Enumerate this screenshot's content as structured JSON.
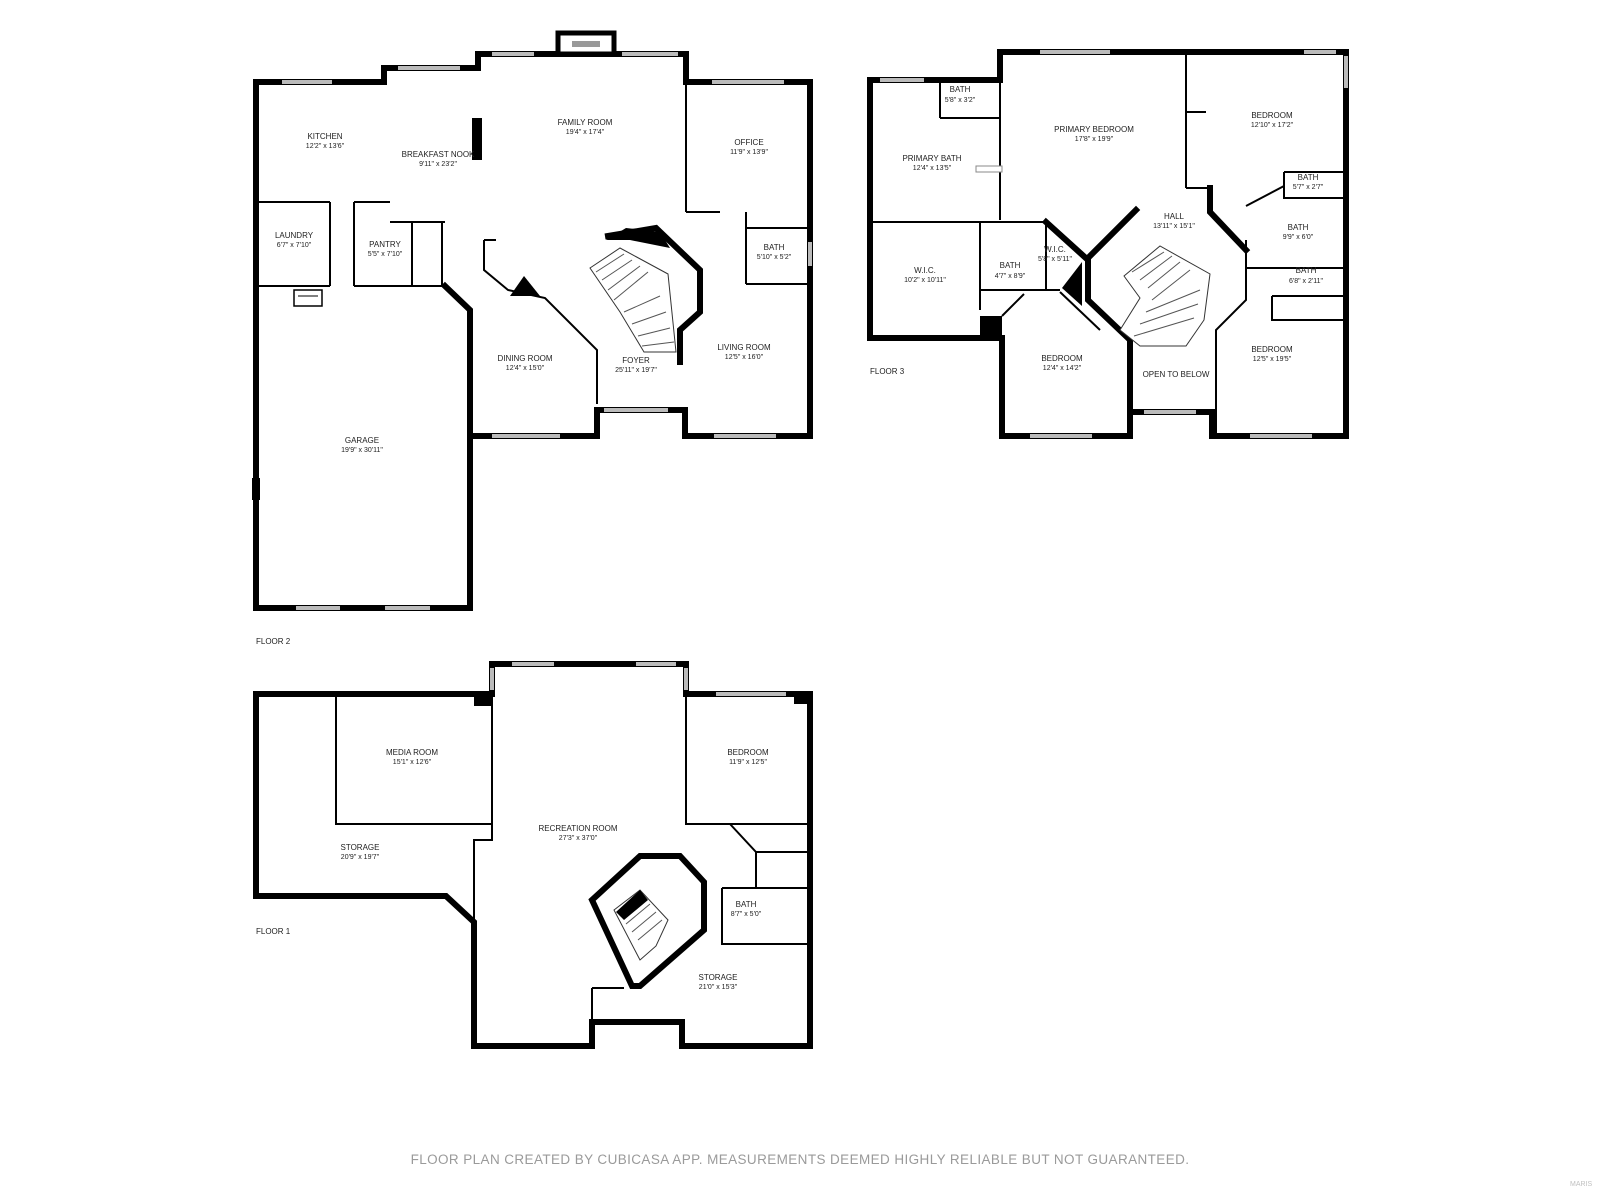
{
  "floors": {
    "floor2": {
      "label": "FLOOR 2",
      "rooms": [
        {
          "name": "KITCHEN",
          "dims": "12'2\" x 13'6\""
        },
        {
          "name": "BREAKFAST NOOK",
          "dims": "9'11\" x 23'2\""
        },
        {
          "name": "FAMILY ROOM",
          "dims": "19'4\" x 17'4\""
        },
        {
          "name": "OFFICE",
          "dims": "11'9\" x 13'9\""
        },
        {
          "name": "LAUNDRY",
          "dims": "6'7\" x 7'10\""
        },
        {
          "name": "PANTRY",
          "dims": "5'5\" x 7'10\""
        },
        {
          "name": "BATH",
          "dims": "5'10\" x 5'2\""
        },
        {
          "name": "DINING ROOM",
          "dims": "12'4\" x 15'0\""
        },
        {
          "name": "FOYER",
          "dims": "25'11\" x 19'7\""
        },
        {
          "name": "LIVING ROOM",
          "dims": "12'5\" x 16'0\""
        },
        {
          "name": "GARAGE",
          "dims": "19'9\" x 30'11\""
        }
      ]
    },
    "floor3": {
      "label": "FLOOR 3",
      "rooms": [
        {
          "name": "BATH",
          "dims": "5'8\" x 3'2\""
        },
        {
          "name": "PRIMARY BEDROOM",
          "dims": "17'8\" x 19'9\""
        },
        {
          "name": "BEDROOM",
          "dims": "12'10\" x 17'2\""
        },
        {
          "name": "PRIMARY BATH",
          "dims": "12'4\" x 13'5\""
        },
        {
          "name": "HALL",
          "dims": "13'11\" x 15'1\""
        },
        {
          "name": "BATH",
          "dims": "5'7\" x 2'7\""
        },
        {
          "name": "BATH",
          "dims": "9'9\" x 6'0\""
        },
        {
          "name": "W.I.C.",
          "dims": "10'2\" x 10'11\""
        },
        {
          "name": "BATH",
          "dims": "4'7\" x 8'9\""
        },
        {
          "name": "W.I.C.",
          "dims": "5'8\" x 5'11\""
        },
        {
          "name": "BATH",
          "dims": "6'8\" x 2'11\""
        },
        {
          "name": "BEDROOM",
          "dims": "12'4\" x 14'2\""
        },
        {
          "name": "OPEN TO BELOW",
          "dims": ""
        },
        {
          "name": "BEDROOM",
          "dims": "12'5\" x 19'5\""
        }
      ]
    },
    "floor1": {
      "label": "FLOOR 1",
      "rooms": [
        {
          "name": "MEDIA ROOM",
          "dims": "15'1\" x 12'6\""
        },
        {
          "name": "BEDROOM",
          "dims": "11'9\" x 12'5\""
        },
        {
          "name": "RECREATION ROOM",
          "dims": "27'3\" x 37'0\""
        },
        {
          "name": "STORAGE",
          "dims": "20'9\" x 19'7\""
        },
        {
          "name": "BATH",
          "dims": "8'7\" x 5'0\""
        },
        {
          "name": "STORAGE",
          "dims": "21'0\" x 15'3\""
        }
      ]
    }
  },
  "footer_note": "FLOOR PLAN CREATED BY CUBICASA APP. MEASUREMENTS DEEMED HIGHLY RELIABLE BUT NOT GUARANTEED.",
  "watermark": "MARIS"
}
